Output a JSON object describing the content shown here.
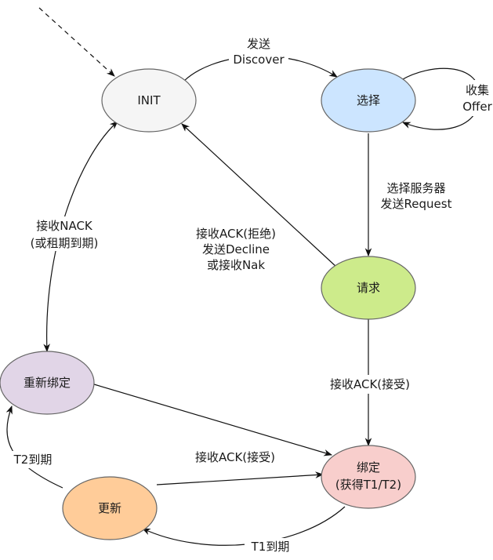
{
  "states": {
    "init": {
      "label": "INIT",
      "fill": "#f5f5f5",
      "stroke": "#666666"
    },
    "select": {
      "label": "选择",
      "fill": "#cce5ff",
      "stroke": "#36393d"
    },
    "request": {
      "label": "请求",
      "fill": "#cdeb8b",
      "stroke": "#36393d"
    },
    "rebind": {
      "label": "重新绑定",
      "fill": "#e1d5e7",
      "stroke": "#9673a6"
    },
    "bound": {
      "label_line1": "绑定",
      "label_line2": "(获得T1/T2)",
      "fill": "#f8cecc",
      "stroke": "#b85450"
    },
    "renew": {
      "label": "更新",
      "fill": "#ffcc99",
      "stroke": "#36393d"
    }
  },
  "transitions": {
    "discover": {
      "line1": "发送",
      "line2": "Discover"
    },
    "collect": {
      "line1": "收集",
      "line2": "Offer"
    },
    "select_server": {
      "line1": "选择服务器",
      "line2": "发送Request"
    },
    "decline": {
      "line1": "接收ACK(拒绝)",
      "line2": "发送Decline",
      "line3": "或接收Nak"
    },
    "nack": {
      "line1": "接收NACK",
      "line2": "(或租期到期)"
    },
    "ack_request": {
      "label": "接收ACK(接受)"
    },
    "ack_renew": {
      "label": "接收ACK(接受)"
    },
    "t2": {
      "label": "T2到期"
    },
    "t1": {
      "label": "T1到期"
    }
  }
}
